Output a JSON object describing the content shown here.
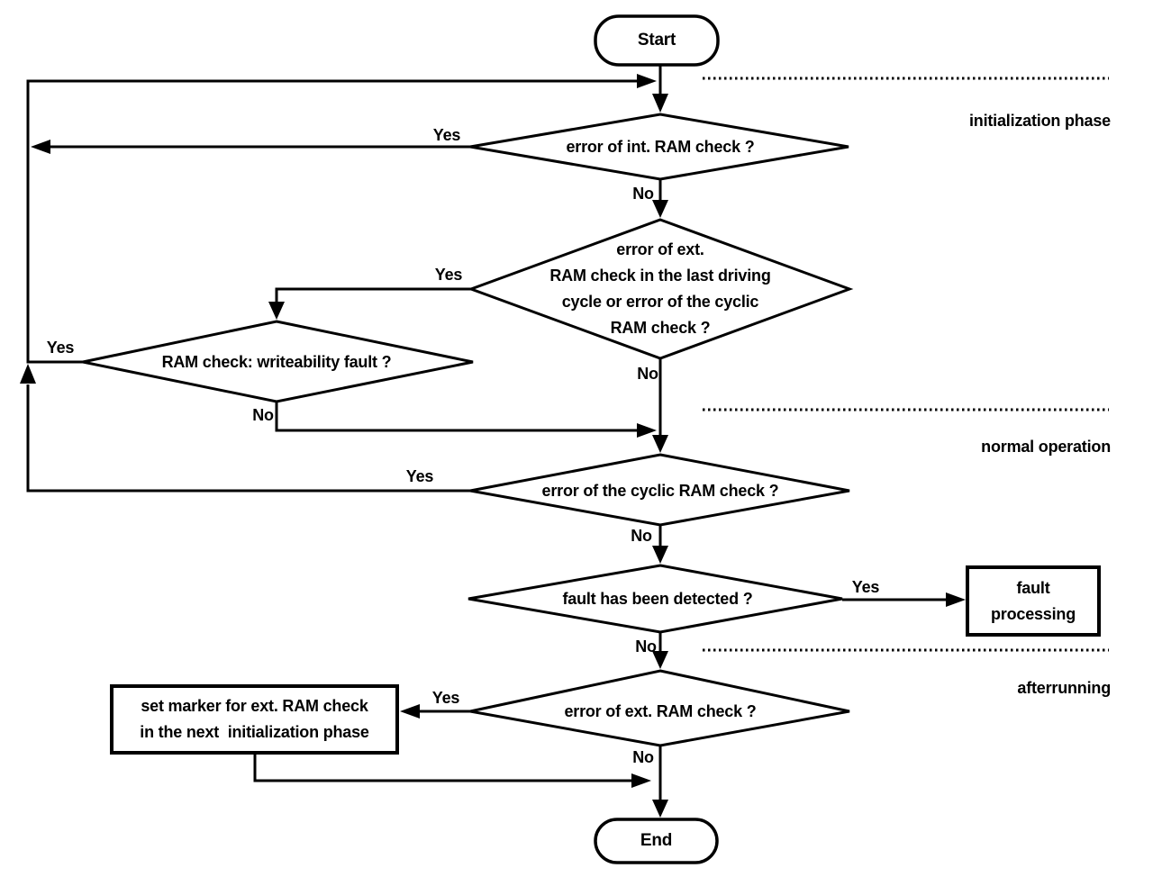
{
  "flowchart": {
    "terminals": {
      "start": "Start",
      "end": "End"
    },
    "decisions": {
      "int_ram": "error of int. RAM check ?",
      "ext_ram_last": "error of ext.\nRAM check in the last driving\ncycle or error of the cyclic\nRAM check ?",
      "writeability": "RAM check: writeability fault ?",
      "cyclic_ram": "error of the cyclic RAM check ?",
      "fault_detected": "fault has been detected ?",
      "ext_ram_after": "error of ext. RAM check ?"
    },
    "processes": {
      "fault_processing": "fault\nprocessing",
      "set_marker": "set marker for ext. RAM check\nin the next  initialization phase"
    },
    "labels": {
      "yes": "Yes",
      "no": "No"
    },
    "phases": {
      "initialization": "initialization phase",
      "normal": "normal operation",
      "afterrunning": "afterrunning"
    },
    "colors": {
      "ink": "#000000",
      "background": "#ffffff"
    }
  }
}
